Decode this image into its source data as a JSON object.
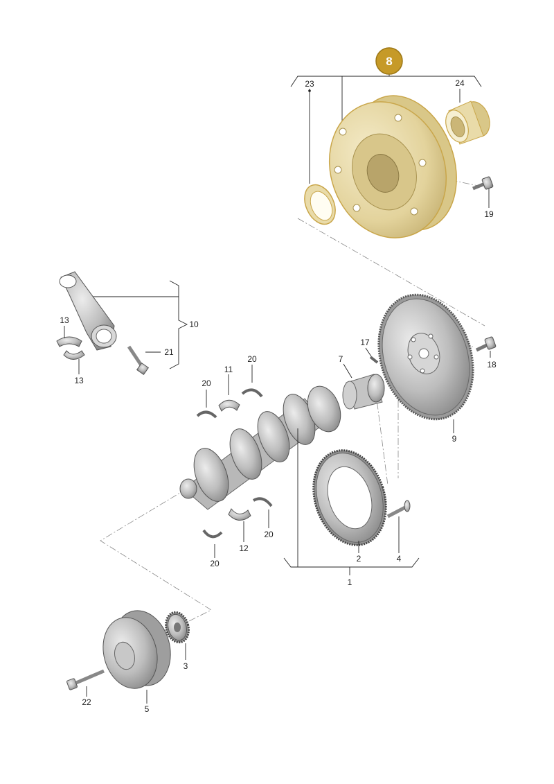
{
  "colors": {
    "highlight": "#e9dba9",
    "highlight_stroke": "#c9a64a",
    "badge": "#c69a28",
    "metal": "#bfbfbf",
    "metal_dark": "#8f8f8f",
    "metal_light": "#e2e2e2"
  },
  "badge": {
    "label": "8"
  },
  "callouts": {
    "c1": "1",
    "c2": "2",
    "c3": "3",
    "c4": "4",
    "c5": "5",
    "c7": "7",
    "c9": "9",
    "c10": "10",
    "c11": "11",
    "c12": "12",
    "c13a": "13",
    "c13b": "13",
    "c17": "17",
    "c18": "18",
    "c19": "19",
    "c20a": "20",
    "c20b": "20",
    "c20c": "20",
    "c20d": "20",
    "c21": "21",
    "c22": "22",
    "c23": "23",
    "c24": "24"
  }
}
